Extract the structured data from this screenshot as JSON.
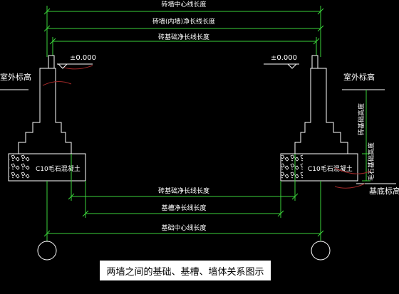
{
  "labels": {
    "brick_wall_centerline": "砖墙中心线长度",
    "brick_wall_net": "砖墙(内墙)净长线长度",
    "brick_foundation_net_top": "砖基础净长线长度",
    "brick_foundation_net_bottom": "砖基础净长线长度",
    "trench_net": "基槽净长线长度",
    "foundation_centerline": "基础中心线长度",
    "elevation_left": "±0.000",
    "elevation_right": "±0.000",
    "outdoor_level_left": "室外标高",
    "outdoor_level_right": "室外标高",
    "brick_foundation_height": "砖基础高度",
    "hairstone_foundation_height": "毛石基础高度",
    "trench_bottom_level": "基底标高",
    "concrete_left": "C10毛石混凝土",
    "concrete_right": "C10毛石混凝土"
  },
  "caption": "两墙之间的基础、基槽、墙体关系图示",
  "colors": {
    "background": "#000000",
    "dimension": "#3ad23a",
    "outline": "#ffffff",
    "annotation": "#a02828"
  }
}
